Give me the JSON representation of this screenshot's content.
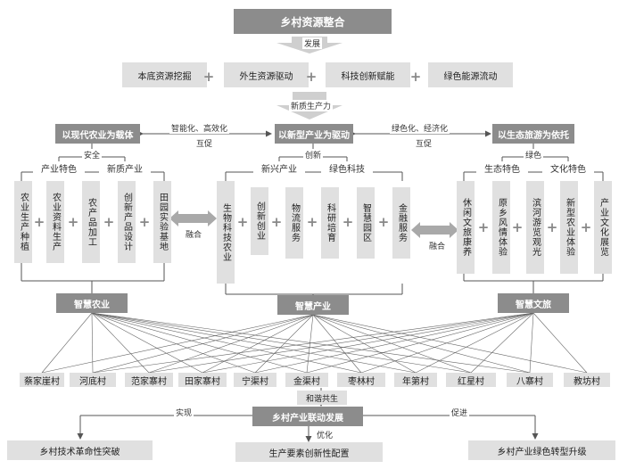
{
  "title": "乡村资源整合",
  "flow_label": "发展",
  "resources": [
    "本底资源挖掘",
    "外生资源驱动",
    "科技创新赋能",
    "绿色能源流动"
  ],
  "plus": "+",
  "productivity_label": "新质生产力",
  "pillars": [
    "以现代农业为载体",
    "以新型产业为驱动",
    "以生态旅游为依托"
  ],
  "pillar_links": [
    {
      "top": "智能化、高效化",
      "bottom": "互促"
    },
    {
      "top": "绿色化、经济化",
      "bottom": "互促"
    }
  ],
  "groups": [
    {
      "caption": "安全",
      "subheads": [
        "产业特色",
        "新质产业"
      ],
      "columns": [
        "农业生产种植",
        "农业资料生产",
        "农产品加工",
        "创新产品设计",
        "田园实验基地"
      ],
      "hub": "智慧农业"
    },
    {
      "caption": "创新",
      "subheads": [
        "新兴产业",
        "绿色科技"
      ],
      "columns": [
        "生物科技农业",
        "创新创业",
        "物流服务",
        "科研培育",
        "智慧园区",
        "金融服务"
      ],
      "hub": "智慧产业"
    },
    {
      "caption": "绿色",
      "subheads": [
        "生态特色",
        "文化特色"
      ],
      "columns": [
        "休闲文旅康养",
        "原乡风情体验",
        "滨河游览观光",
        "新型农业体验",
        "产业文化展览"
      ],
      "hub": "智慧文旅"
    }
  ],
  "fusion_label": "融合",
  "villages": [
    "蔡家崖村",
    "河底村",
    "范家寨村",
    "田家寨村",
    "宁渠村",
    "金渠村",
    "枣林村",
    "年第村",
    "红星村",
    "八寨村",
    "教坊村"
  ],
  "harmony_label": "和谐共生",
  "center": "乡村产业联动发展",
  "outcomes": [
    {
      "verb": "实现",
      "label": "乡村技术革命性突破"
    },
    {
      "verb": "优化",
      "label": "生产要素创新性配置"
    },
    {
      "verb": "促进",
      "label": "乡村产业绿色转型升级"
    }
  ]
}
